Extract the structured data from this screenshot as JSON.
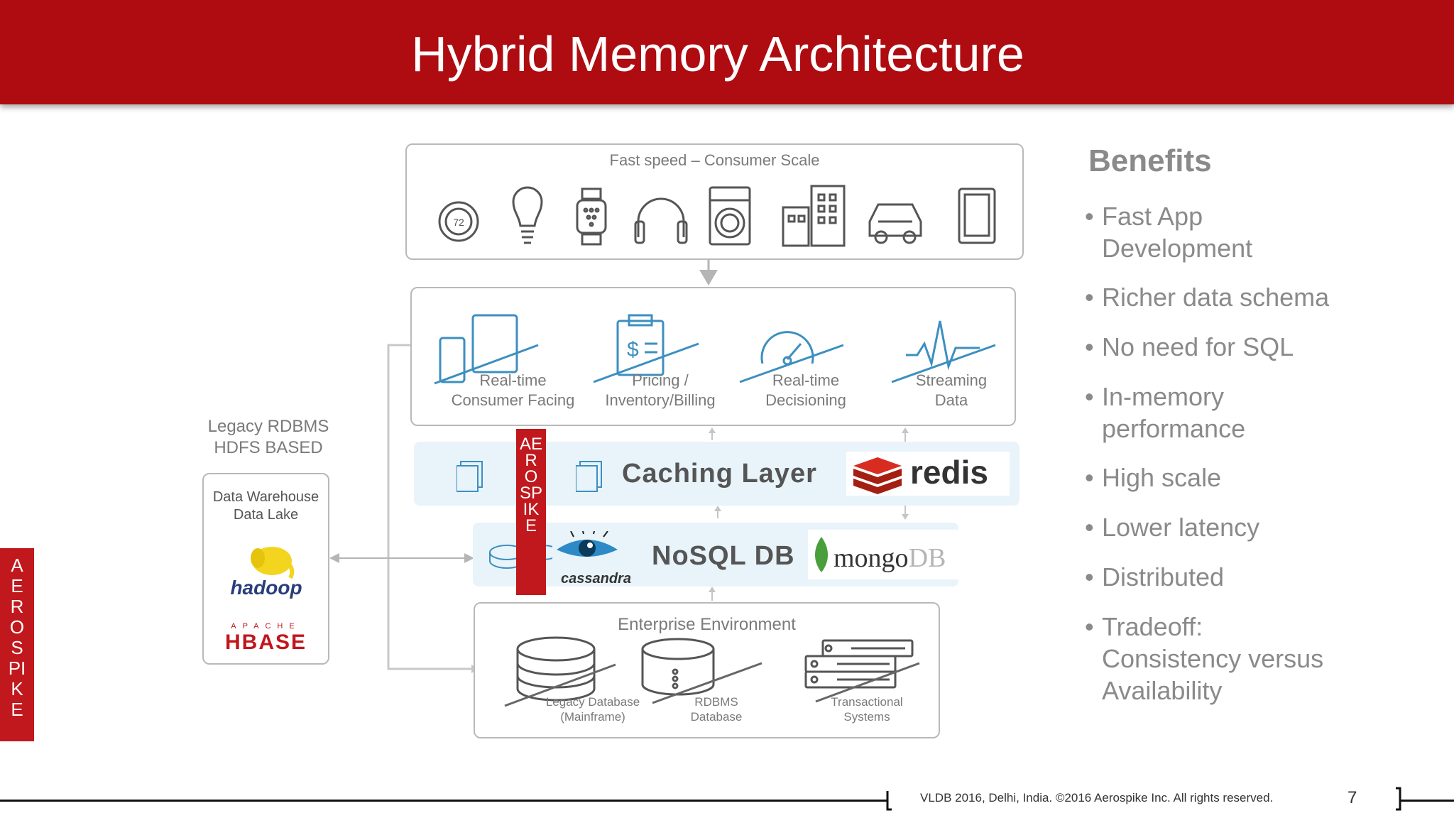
{
  "slide": {
    "title": "Hybrid Memory Architecture",
    "footer": "VLDB 2016, Delhi, India. ©2016  Aerospike Inc.  All rights reserved.",
    "page_number": "7",
    "brand_vertical": "AEROSPIKE"
  },
  "consumer": {
    "heading": "Fast speed – Consumer  Scale",
    "icons": [
      "thermostat-icon",
      "lightbulb-icon",
      "smartwatch-icon",
      "headphones-icon",
      "washing-machine-icon",
      "buildings-icon",
      "car-icon",
      "tablet-icon"
    ]
  },
  "apps": [
    {
      "line1": "Real-time",
      "line2": "Consumer  Facing",
      "icon": "devices-icon"
    },
    {
      "line1": "Pricing /",
      "line2": "Inventory/Billing",
      "icon": "clipboard-dollar-icon"
    },
    {
      "line1": "Real-time",
      "line2": "Decisioning",
      "icon": "gauge-icon"
    },
    {
      "line1": "Streaming",
      "line2": "Data",
      "icon": "heartbeat-icon"
    }
  ],
  "caching": {
    "label": "Caching Layer",
    "logo": "redis"
  },
  "nosql": {
    "label": "NoSQL DB",
    "logo_a": "cassandra",
    "logo_b_1": "mongo",
    "logo_b_2": "DB"
  },
  "legacy": {
    "heading_1": "Legacy RDBMS",
    "heading_2": "HDFS BASED",
    "box_1": "Data Warehouse",
    "box_2": "Data Lake",
    "logo_hadoop": "hadoop",
    "logo_apache": "APACHE",
    "logo_hbase": "HBASE"
  },
  "enterprise": {
    "heading": "Enterprise Environment",
    "items": [
      {
        "line1": "Legacy Database",
        "line2": "(Mainframe)"
      },
      {
        "line1": "RDBMS",
        "line2": "Database"
      },
      {
        "line1": "Transactional",
        "line2": "Systems"
      }
    ]
  },
  "benefits": {
    "heading": "Benefits",
    "items": [
      {
        "line1": "Fast App",
        "line2": "Development"
      },
      {
        "line1": "Richer data schema",
        "line2": ""
      },
      {
        "line1": "No need for SQL",
        "line2": ""
      },
      {
        "line1": "In-memory",
        "line2": "performance"
      },
      {
        "line1": "High scale",
        "line2": ""
      },
      {
        "line1": "Lower latency",
        "line2": ""
      },
      {
        "line1": "Distributed",
        "line2": ""
      },
      {
        "line1": "Tradeoff:",
        "line2": "Consistency versus",
        "line3": "Availability"
      }
    ]
  }
}
